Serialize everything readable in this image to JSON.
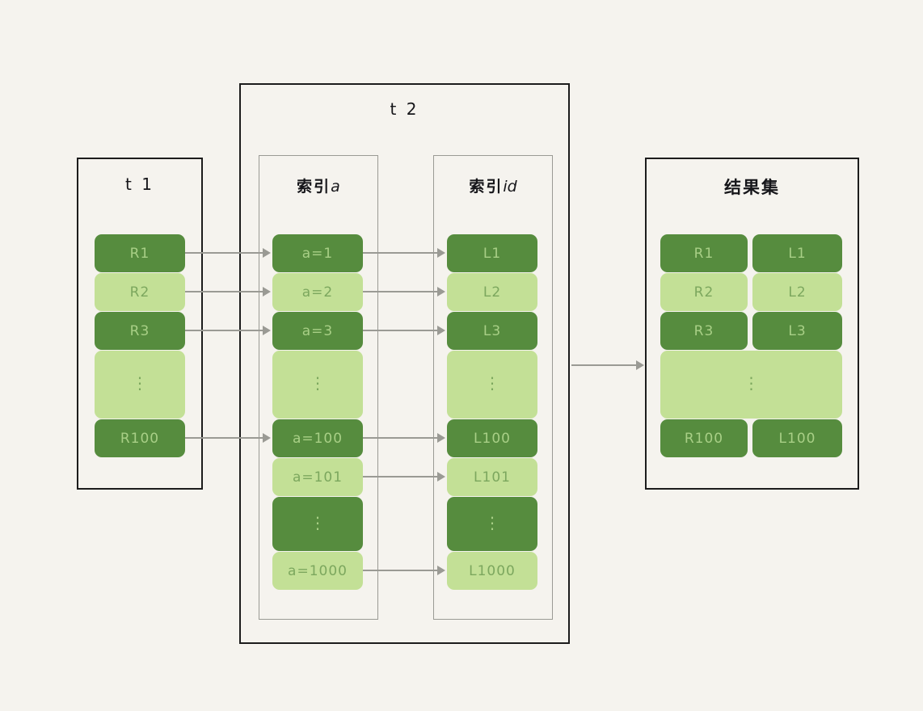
{
  "diagram": {
    "background_color": "#f5f3ee",
    "dark_green": "#568c3e",
    "light_green": "#c3e096",
    "dark_text_color": "#a8cf86",
    "light_text_color": "#7ca75e",
    "connector_color": "#9a9a94",
    "border_color": "#1c1c1c",
    "inner_border_color": "#9a9a94",
    "ellipsis": "⋮"
  },
  "t1": {
    "title": "t 1",
    "rows": [
      {
        "label": "R1",
        "shade": "dark",
        "kind": "value"
      },
      {
        "label": "R2",
        "shade": "light",
        "kind": "value"
      },
      {
        "label": "R3",
        "shade": "dark",
        "kind": "value"
      },
      {
        "label": "⋮",
        "shade": "light",
        "kind": "ellipsis"
      },
      {
        "label": "R100",
        "shade": "dark",
        "kind": "value"
      }
    ]
  },
  "t2": {
    "title": "t 2",
    "index_a": {
      "title_cjk": "索引",
      "title_latin": "a",
      "rows": [
        {
          "label": "a=1",
          "shade": "dark",
          "kind": "value"
        },
        {
          "label": "a=2",
          "shade": "light",
          "kind": "value"
        },
        {
          "label": "a=3",
          "shade": "dark",
          "kind": "value"
        },
        {
          "label": "⋮",
          "shade": "light",
          "kind": "ellipsis"
        },
        {
          "label": "a=100",
          "shade": "dark",
          "kind": "value"
        },
        {
          "label": "a=101",
          "shade": "light",
          "kind": "value"
        },
        {
          "label": "⋮",
          "shade": "dark",
          "kind": "ellipsis"
        },
        {
          "label": "a=1000",
          "shade": "light",
          "kind": "value"
        }
      ]
    },
    "index_id": {
      "title_cjk": "索引",
      "title_latin": "id",
      "rows": [
        {
          "label": "L1",
          "shade": "dark",
          "kind": "value"
        },
        {
          "label": "L2",
          "shade": "light",
          "kind": "value"
        },
        {
          "label": "L3",
          "shade": "dark",
          "kind": "value"
        },
        {
          "label": "⋮",
          "shade": "light",
          "kind": "ellipsis"
        },
        {
          "label": "L100",
          "shade": "dark",
          "kind": "value"
        },
        {
          "label": "L101",
          "shade": "light",
          "kind": "value"
        },
        {
          "label": "⋮",
          "shade": "dark",
          "kind": "ellipsis"
        },
        {
          "label": "L1000",
          "shade": "light",
          "kind": "value"
        }
      ]
    }
  },
  "result_set": {
    "title": "结果集",
    "rows": [
      {
        "left": "R1",
        "right": "L1",
        "shade": "dark",
        "kind": "value"
      },
      {
        "left": "R2",
        "right": "L2",
        "shade": "light",
        "kind": "value"
      },
      {
        "left": "R3",
        "right": "L3",
        "shade": "dark",
        "kind": "value"
      },
      {
        "left": "⋮",
        "right": "",
        "shade": "light",
        "kind": "ellipsis"
      },
      {
        "left": "R100",
        "right": "L100",
        "shade": "dark",
        "kind": "value"
      }
    ]
  }
}
